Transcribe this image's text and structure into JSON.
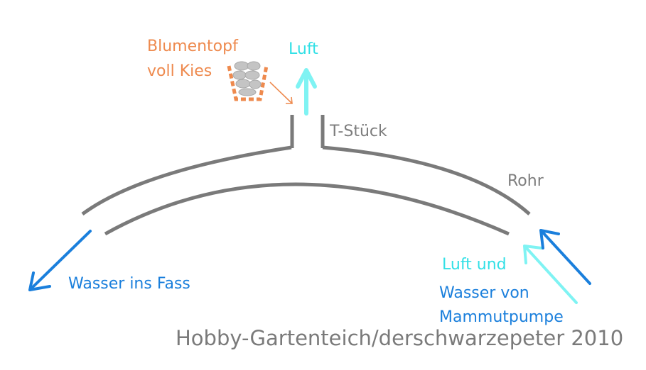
{
  "labels": {
    "blumentopf_line1": "Blumentopf",
    "blumentopf_line2": "voll Kies",
    "luft": "Luft",
    "t_stueck": "T-Stück",
    "rohr": "Rohr",
    "wasser_ins_fass": "Wasser ins Fass",
    "luft_und": "Luft und",
    "wasser_von": "Wasser von",
    "mammutpumpe": "Mammutpumpe",
    "credit": "Hobby-Gartenteich/derschwarzepeter 2010"
  },
  "colors": {
    "pipe": "#7a7a7a",
    "air": "#7ff3f3",
    "water": "#1a7fdc",
    "pot": "#ee8a4e",
    "gravel": "#c4c4c4"
  }
}
